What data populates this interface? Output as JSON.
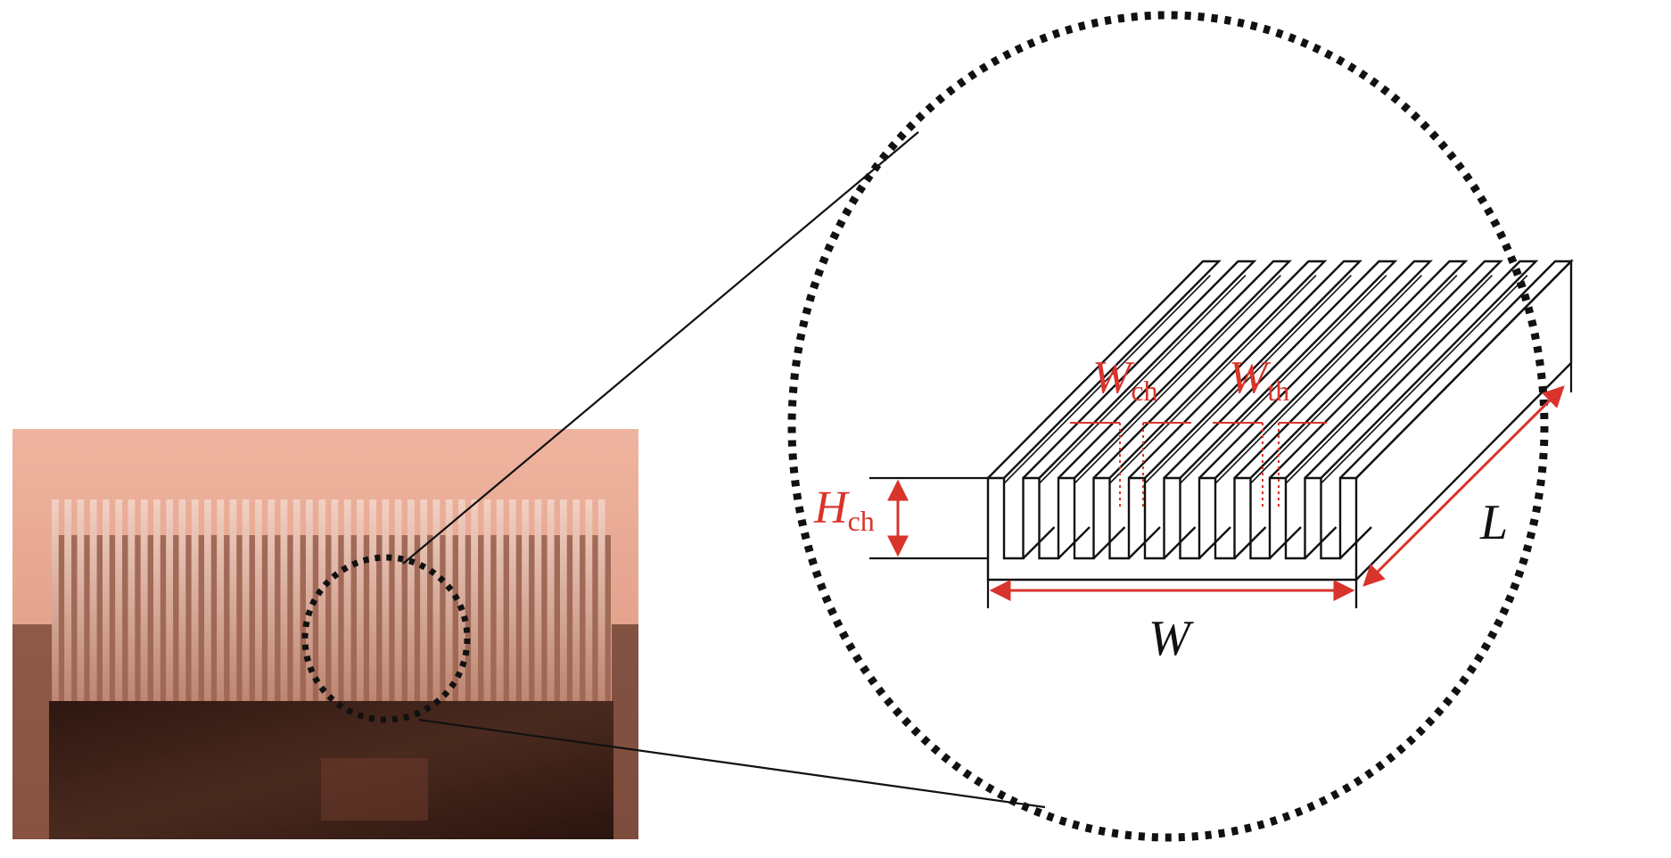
{
  "figure": {
    "photo": {
      "description_name": "microchannel-heat-sink-photo"
    },
    "diagram": {
      "channel_count": 10,
      "labels": {
        "w_ch": {
          "main": "W",
          "sub": "ch"
        },
        "w_th": {
          "main": "W",
          "sub": "th"
        },
        "h_ch": {
          "main": "H",
          "sub": "ch"
        },
        "width": "W",
        "length": "L"
      }
    },
    "colors": {
      "dimension": "#d9342b",
      "outline": "#111111",
      "photo_top": "#e6a58e",
      "photo_body": "#3a1f17"
    }
  }
}
